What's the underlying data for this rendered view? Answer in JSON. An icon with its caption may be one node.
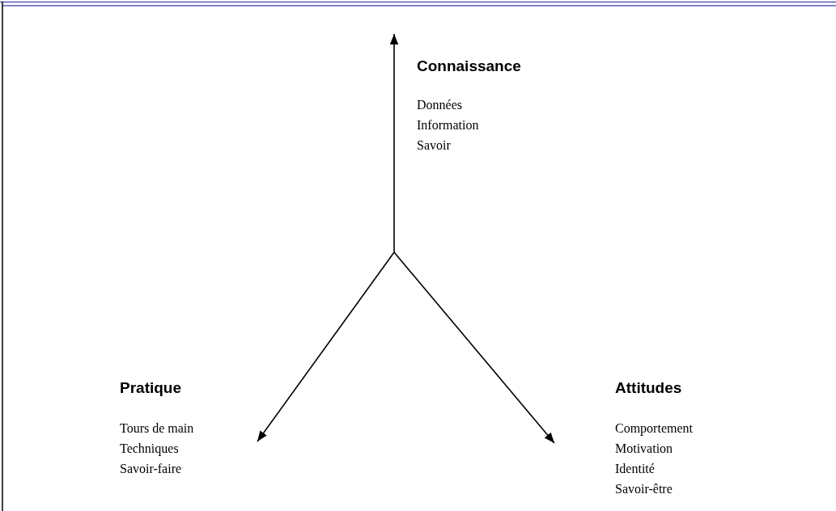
{
  "diagram": {
    "nodes": [
      {
        "text": [
          "Connaissance",
          "Données",
          "Information",
          "Savoir"
        ]
      },
      {
        "text": [
          "Pratique",
          "Tours de main",
          "Techniques",
          "Savoir-faire"
        ]
      },
      {
        "text": [
          "Attitudes",
          "Comportement",
          "Motivation",
          "Identité",
          "Savoir-être"
        ]
      }
    ],
    "edges": [
      {
        "from": null,
        "to": 0,
        "arrow": "to"
      },
      {
        "from": null,
        "to": 1,
        "arrow": "to"
      },
      {
        "from": null,
        "to": 2,
        "arrow": "to"
      }
    ]
  }
}
